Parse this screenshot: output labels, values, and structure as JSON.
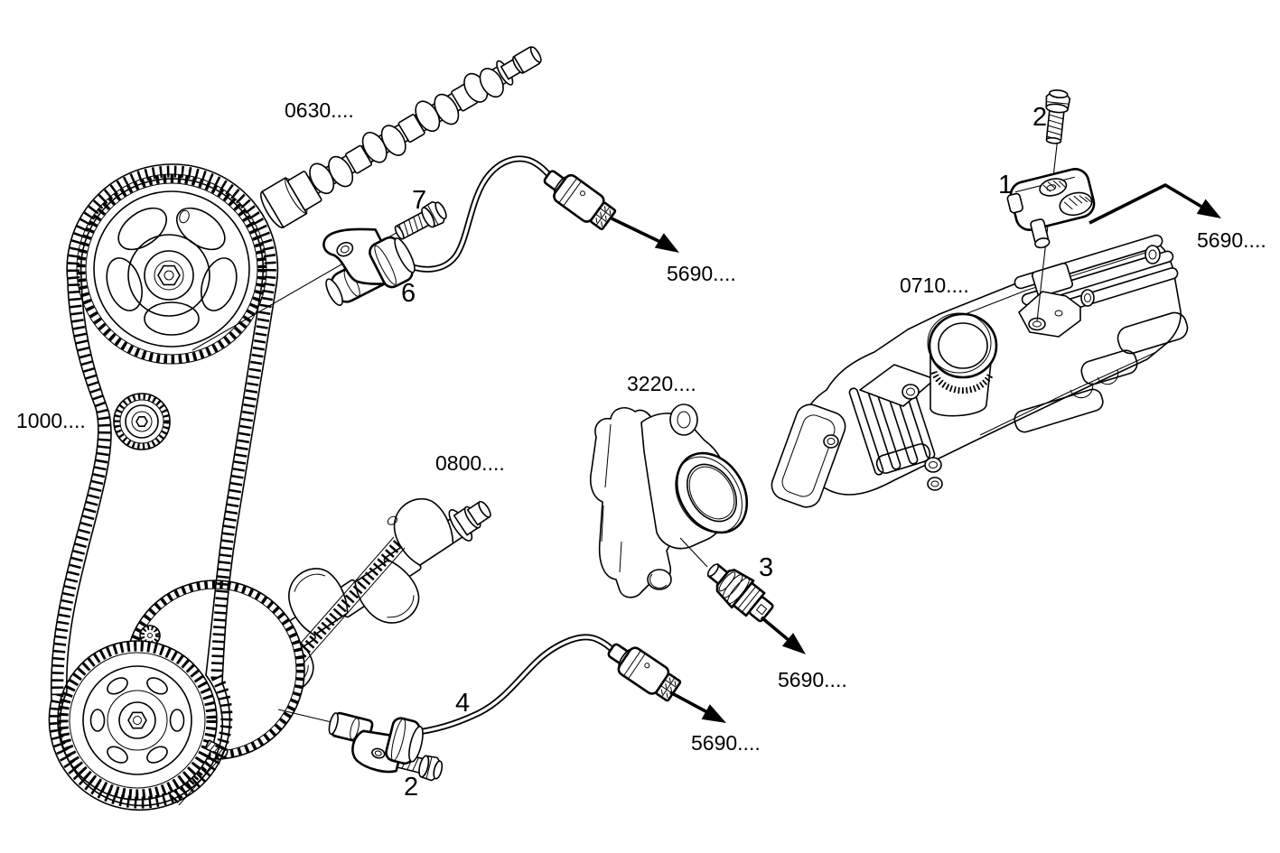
{
  "diagram": {
    "type": "exploded-parts-diagram",
    "subject": "engine electronic injection sensors",
    "colors": {
      "background": "#ffffff",
      "line": "#000000"
    },
    "part_refs": {
      "camshaft": "0630....",
      "timing_drive": "1000....",
      "crankshaft": "0800....",
      "thermostat_housing": "3220....",
      "intake_manifold": "0710....",
      "harness_at_cam_sensor": "5690....",
      "harness_at_map_sensor": "5690....",
      "harness_at_temp_sensor": "5690....",
      "harness_at_crank_sensor": "5690...."
    },
    "callouts": {
      "map_sensor": "1",
      "map_sensor_bolt": "2",
      "temp_sensor": "3",
      "crank_sensor": "4",
      "cam_sensor": "6",
      "cam_sensor_bolt": "7",
      "crank_sensor_bolt": "2"
    }
  }
}
